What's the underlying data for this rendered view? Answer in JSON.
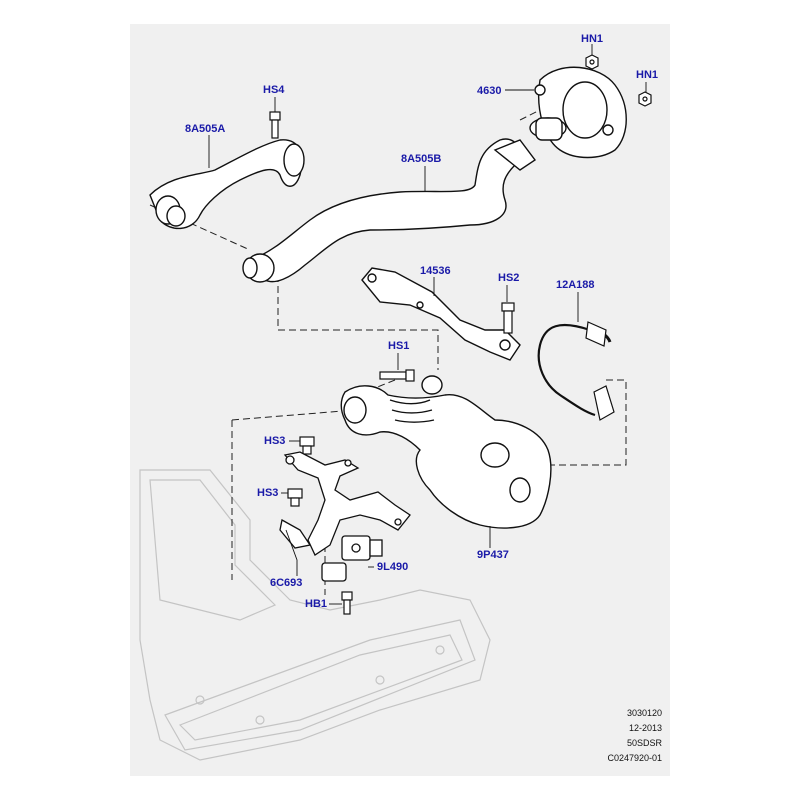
{
  "labels": {
    "hn1_top": "HN1",
    "hn1_right": "HN1",
    "p4630": "4630",
    "hs4": "HS4",
    "p8a505a": "8A505A",
    "p8a505b": "8A505B",
    "p14536": "14536",
    "hs2": "HS2",
    "p12a188": "12A188",
    "hs1": "HS1",
    "hs3_top": "HS3",
    "hs3_bottom": "HS3",
    "p9p437": "9P437",
    "p6c693": "6C693",
    "p9l490": "9L490",
    "hb1": "HB1"
  },
  "info": {
    "line1": "3030120",
    "line2": "12-2013",
    "line3": "50SDSR",
    "line4": "C0247920-01"
  },
  "colors": {
    "callout": "#1a1aa8",
    "background": "#f0f0f0",
    "line": "#111111"
  }
}
